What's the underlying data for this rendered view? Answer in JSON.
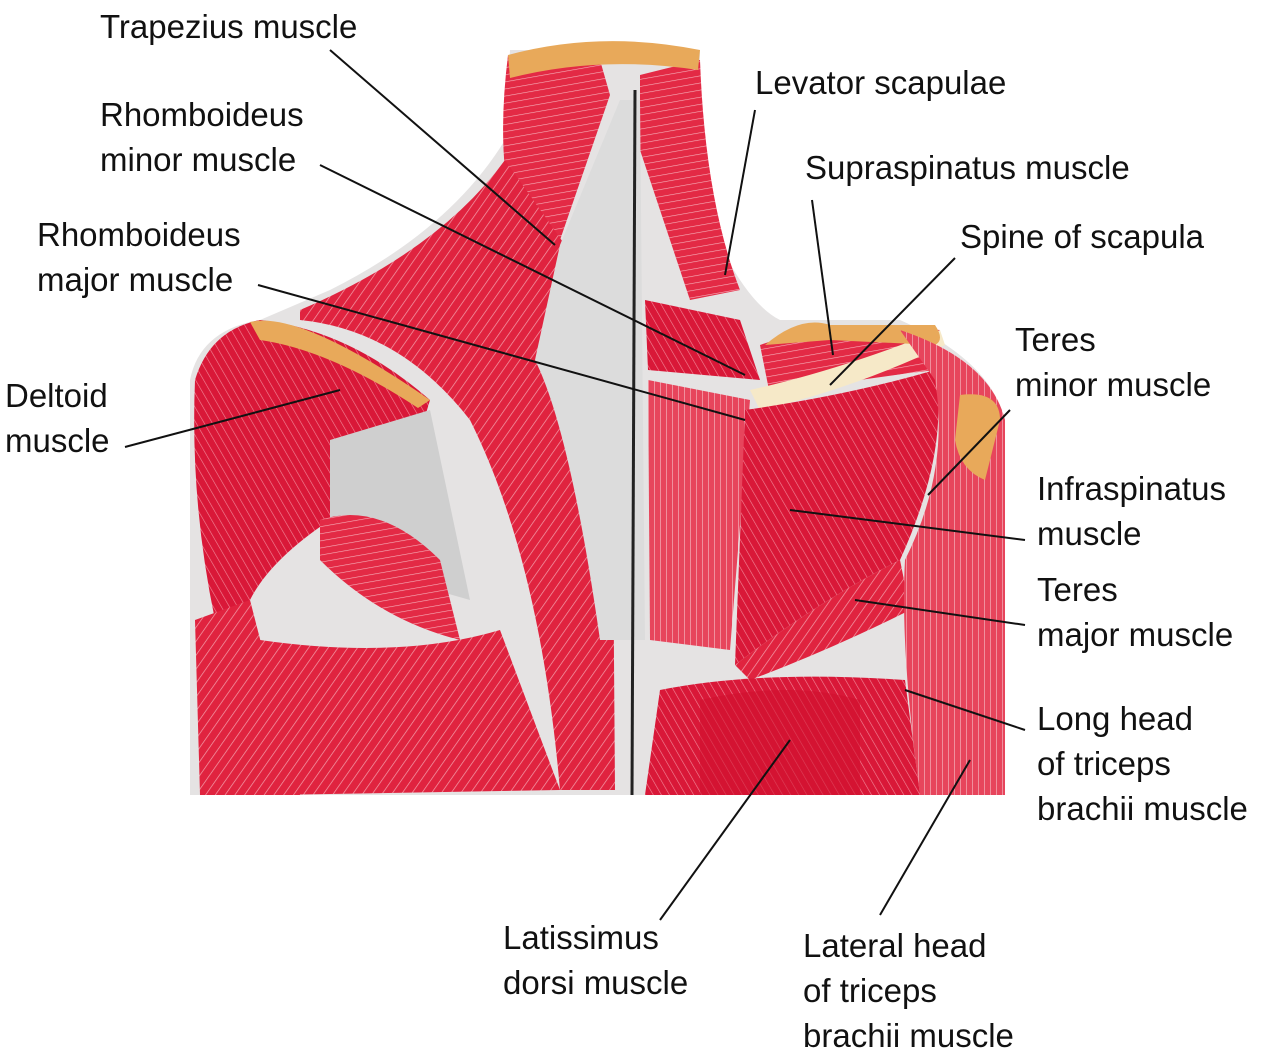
{
  "labels": {
    "trapezius": [
      "Trapezius muscle"
    ],
    "rhomboid_minor": [
      "Rhomboideus",
      "minor muscle"
    ],
    "rhomboid_major": [
      "Rhomboideus",
      "major muscle"
    ],
    "deltoid": [
      "Deltoid",
      "muscle"
    ],
    "levator": [
      "Levator scapulae"
    ],
    "supraspinatus": [
      "Supraspinatus muscle"
    ],
    "spine_scapula": [
      "Spine of scapula"
    ],
    "teres_minor": [
      "Teres",
      "minor muscle"
    ],
    "infraspinatus": [
      "Infraspinatus",
      "muscle"
    ],
    "teres_major": [
      "Teres",
      "major muscle"
    ],
    "long_head": [
      "Long head",
      "of triceps",
      "brachii muscle"
    ],
    "latissimus": [
      "Latissimus",
      "dorsi muscle"
    ],
    "lateral_head": [
      "Lateral head",
      "of triceps",
      "brachii muscle"
    ]
  },
  "colors": {
    "muscle": "#e0233f",
    "muscle_light": "#ef6d80",
    "bone": "#e8a95a",
    "fascia": "#d9d9d9",
    "line": "#111111"
  }
}
